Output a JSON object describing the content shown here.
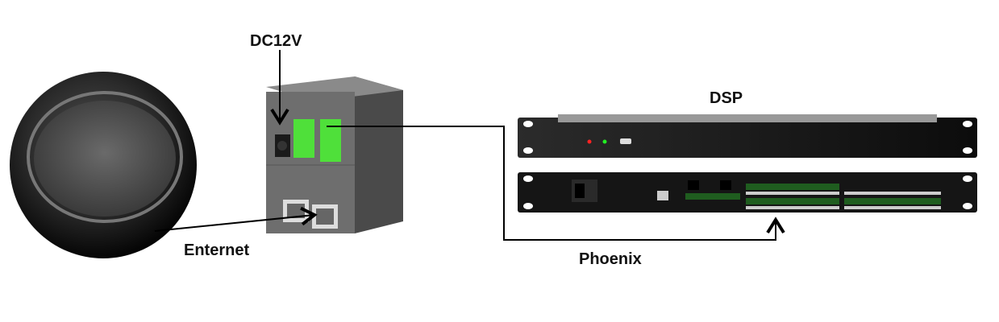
{
  "labels": {
    "power": "DC12V",
    "dsp": "DSP",
    "network": "Enternet",
    "phoenix": "Phoenix"
  },
  "devices": {
    "speaker": "ceiling-speaker",
    "module": "network-audio-module",
    "dsp_front": "dsp-front-panel",
    "dsp_rear": "dsp-rear-panel"
  },
  "colors": {
    "terminal_green": "#4fe03a",
    "device_gray": "#6e6e6e",
    "rack_black": "#151515",
    "arrow": "#000000"
  }
}
